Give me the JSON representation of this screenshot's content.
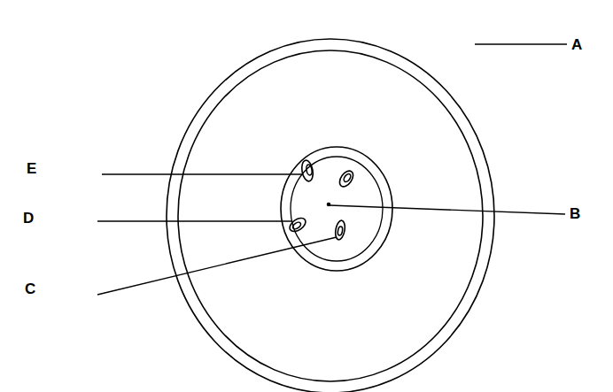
{
  "diagram": {
    "labels": [
      "A",
      "E",
      "D",
      "B",
      "C"
    ]
  }
}
